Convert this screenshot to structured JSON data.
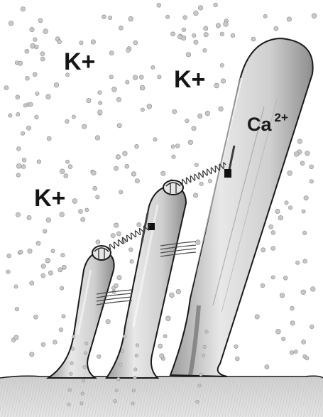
{
  "labels": {
    "potassium": [
      "K+",
      "K+",
      "K+"
    ],
    "calcium_symbol": "Ca",
    "calcium_charge": "2+"
  },
  "icons": {
    "particle": "ion-particle-icon",
    "stereocilium": "stereocilium-icon",
    "tip_link": "tip-link-spring-icon",
    "channel": "ion-channel-icon"
  },
  "colors": {
    "background": "#ffffff",
    "particle_fill": "#c8c8c8",
    "particle_stroke": "#8a8a8a",
    "stereocilium_fill": "#dcdcdc",
    "outline": "#1a1a1a",
    "label": "#151515"
  }
}
